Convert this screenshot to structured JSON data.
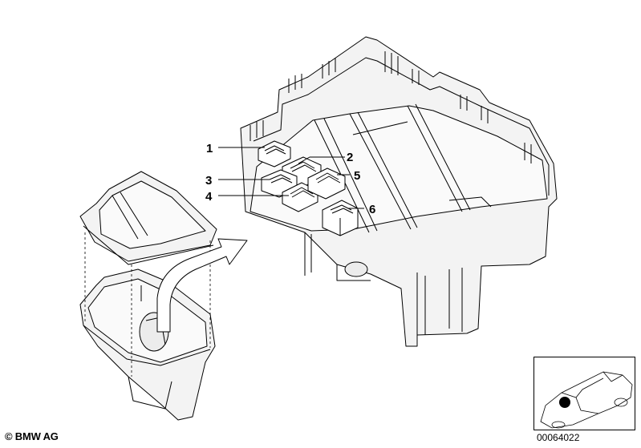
{
  "callouts": [
    {
      "id": "1",
      "label": "1"
    },
    {
      "id": "2",
      "label": "2"
    },
    {
      "id": "3",
      "label": "3"
    },
    {
      "id": "4",
      "label": "4"
    },
    {
      "id": "5",
      "label": "5"
    },
    {
      "id": "6",
      "label": "6"
    }
  ],
  "footer": {
    "copyright": "© BMW AG",
    "diagram_number": "00064022"
  },
  "icons": [
    "bmw-copyright-mark",
    "car-location-inset-icon",
    "assembly-arrow-icon"
  ],
  "colors": {
    "line": "#000000",
    "fill": "#f3f3f3",
    "background": "#ffffff"
  }
}
